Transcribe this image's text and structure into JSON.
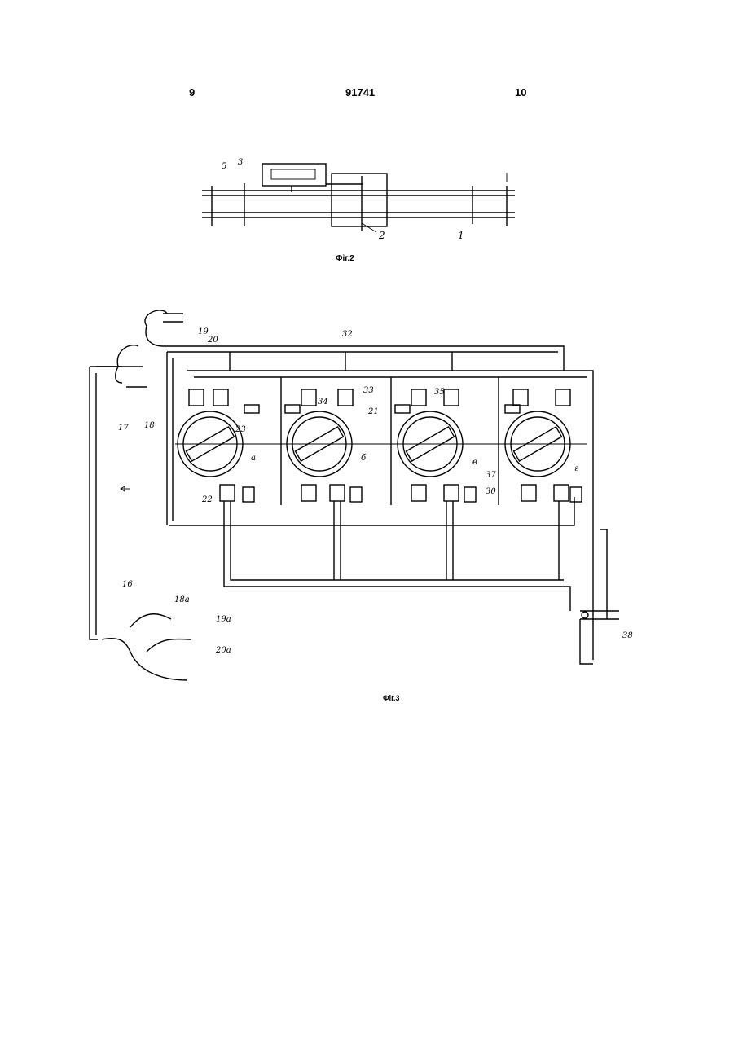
{
  "header": {
    "left_page": "9",
    "patent_number": "91741",
    "right_page": "10"
  },
  "figures": {
    "fig2": {
      "caption": "Фіг.2",
      "labels": [
        "5",
        "3",
        "2",
        "1"
      ]
    },
    "fig3": {
      "caption": "Фіг.3",
      "labels": [
        "19",
        "20",
        "32",
        "17",
        "18",
        "33",
        "34",
        "21",
        "35",
        "23",
        "a",
        "б",
        "в",
        "г",
        "37",
        "30",
        "22",
        "16",
        "18a",
        "19a",
        "20a",
        "38"
      ]
    }
  }
}
